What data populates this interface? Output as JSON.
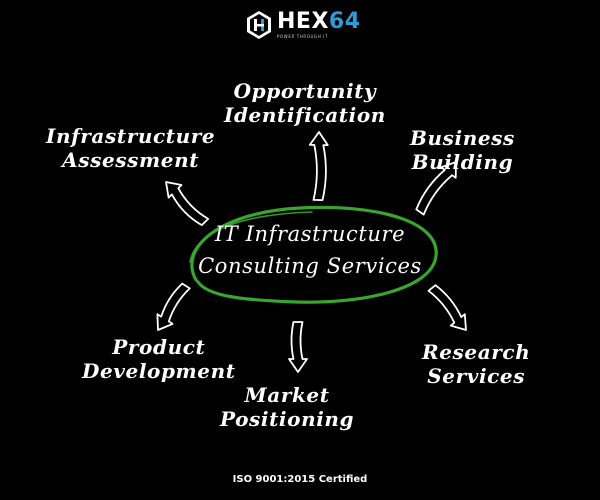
{
  "logo": {
    "name_prefix": "HEX",
    "name_suffix": "64",
    "tagline": "POWER THROUGH IT",
    "icon": "hexagon-h-logo-icon",
    "accent_color": "#2d9bd6"
  },
  "diagram": {
    "center": {
      "line1": "IT Infrastructure",
      "line2": "Consulting Services",
      "ring_color": "#3aa52e"
    },
    "nodes": {
      "opportunity": {
        "line1": "Opportunity",
        "line2": "Identification"
      },
      "infrastructure": {
        "line1": "Infrastructure",
        "line2": "Assessment"
      },
      "business": {
        "line1": "Business",
        "line2": "Building"
      },
      "product": {
        "line1": "Product",
        "line2": "Development"
      },
      "market": {
        "line1": "Market",
        "line2": "Positioning"
      },
      "research": {
        "line1": "Research",
        "line2": "Services"
      }
    },
    "arrow_color": "#ffffff"
  },
  "footer": {
    "text": "ISO 9001:2015 Certified"
  }
}
